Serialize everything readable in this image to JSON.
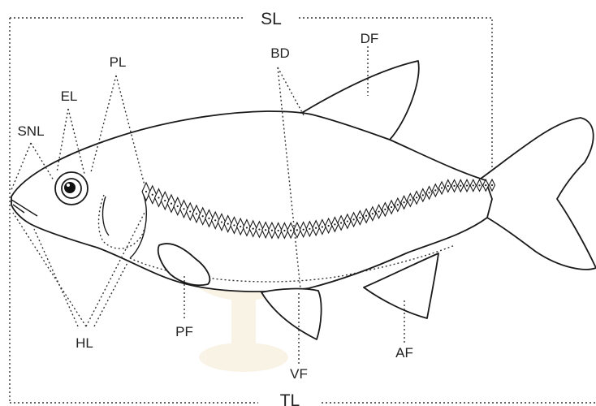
{
  "labels": {
    "sl": "SL",
    "tl": "TL",
    "df": "DF",
    "bd": "BD",
    "pl": "PL",
    "el": "EL",
    "snl": "SNL",
    "hl": "HL",
    "pf": "PF",
    "vf": "VF",
    "af": "AF"
  },
  "colors": {
    "outline": "#1a1a1a",
    "watermark": "#f5ead3"
  }
}
